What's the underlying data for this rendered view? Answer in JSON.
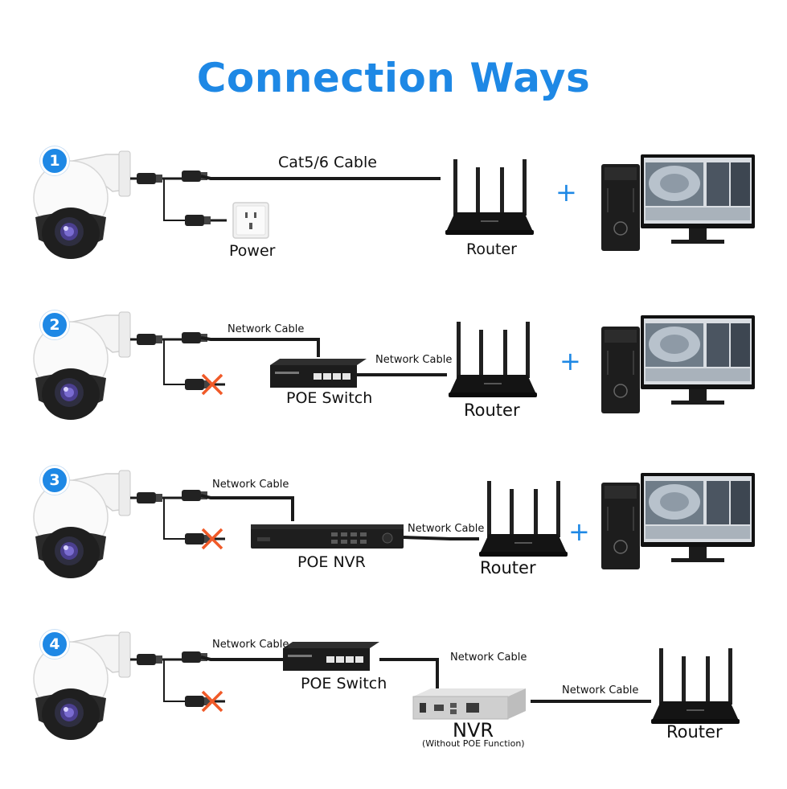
{
  "title": "Connection Ways",
  "ways": [
    {
      "number": "1",
      "cable_label": "Cat5/6 Cable",
      "power_label": "Power",
      "router_label": "Router",
      "plus": "+"
    },
    {
      "number": "2",
      "cable_label_1": "Network Cable",
      "cable_label_2": "Network Cable",
      "device_label": "POE Switch",
      "router_label": "Router",
      "plus": "+"
    },
    {
      "number": "3",
      "cable_label_1": "Network Cable",
      "cable_label_2": "Network Cable",
      "device_label": "POE NVR",
      "router_label": "Router",
      "plus": "+"
    },
    {
      "number": "4",
      "cable_label_1": "Network Cable",
      "cable_label_2": "Network Cable",
      "cable_label_3": "Network Cable",
      "switch_label": "POE Switch",
      "nvr_label": "NVR",
      "nvr_note": "(Without POE Function)",
      "router_label": "Router"
    }
  ],
  "colors": {
    "accent": "#1e88e5",
    "cable": "#1a1a1a",
    "cross": "#f05a28"
  },
  "icons": [
    "ptz-camera-icon",
    "wall-socket-icon",
    "router-icon",
    "desktop-pc-icon",
    "monitor-icon",
    "poe-switch-icon",
    "nvr-icon",
    "cross-icon"
  ]
}
